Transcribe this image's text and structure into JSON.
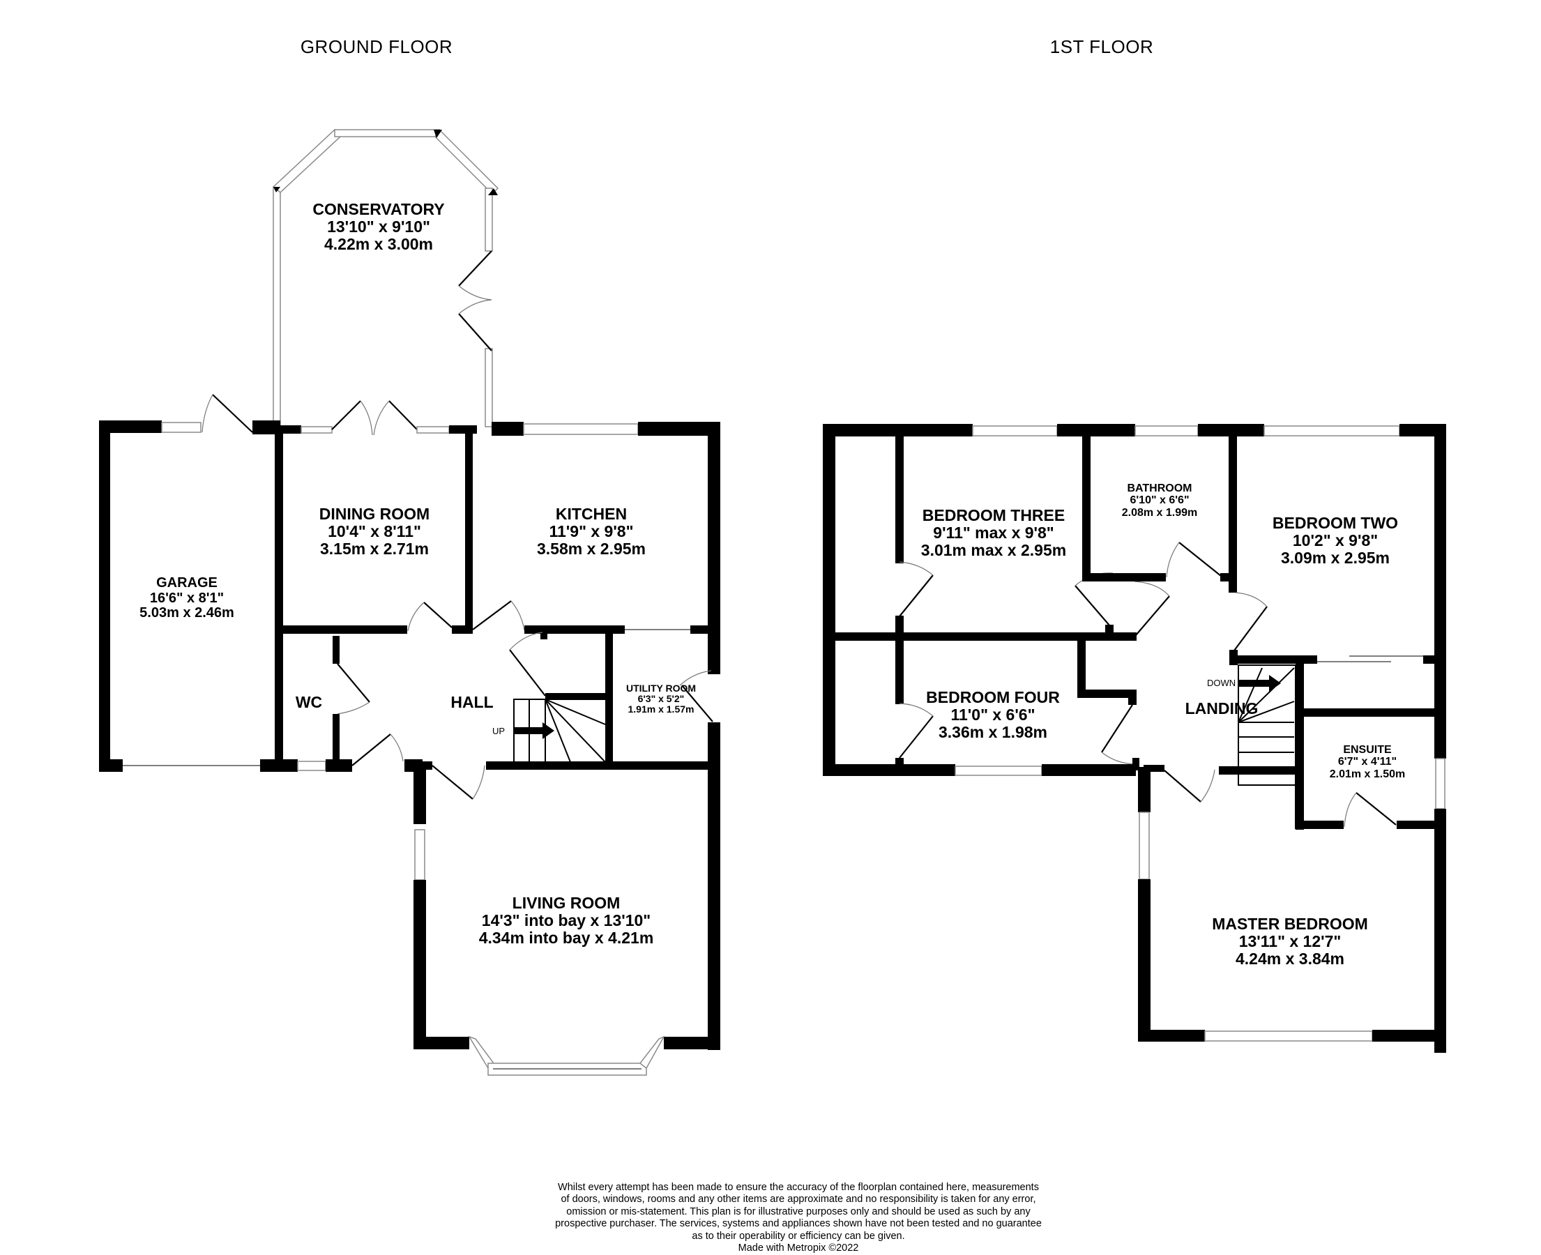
{
  "floors": {
    "ground": {
      "title": "GROUND FLOOR"
    },
    "first": {
      "title": "1ST FLOOR"
    }
  },
  "rooms": {
    "conservatory": {
      "name": "CONSERVATORY",
      "imperial": "13'10\"  x 9'10\"",
      "metric": "4.22m  x 3.00m"
    },
    "garage": {
      "name": "GARAGE",
      "imperial": "16'6\"  x 8'1\"",
      "metric": "5.03m  x 2.46m"
    },
    "dining_room": {
      "name": "DINING ROOM",
      "imperial": "10'4\"  x 8'11\"",
      "metric": "3.15m  x 2.71m"
    },
    "kitchen": {
      "name": "KITCHEN",
      "imperial": "11'9\"  x 9'8\"",
      "metric": "3.58m  x 2.95m"
    },
    "wc": {
      "name": "WC"
    },
    "hall": {
      "name": "HALL"
    },
    "utility_room": {
      "name": "UTILITY ROOM",
      "imperial": "6'3\"  x 5'2\"",
      "metric": "1.91m  x 1.57m"
    },
    "living_room": {
      "name": "LIVING ROOM",
      "imperial": "14'3\" into bay x 13'10\"",
      "metric": "4.34m into bay x 4.21m"
    },
    "bedroom_three": {
      "name": "BEDROOM THREE",
      "imperial": "9'11\" max x 9'8\"",
      "metric": "3.01m max x 2.95m"
    },
    "bathroom": {
      "name": "BATHROOM",
      "imperial": "6'10\"  x 6'6\"",
      "metric": "2.08m  x 1.99m"
    },
    "bedroom_two": {
      "name": "BEDROOM TWO",
      "imperial": "10'2\"  x 9'8\"",
      "metric": "3.09m  x 2.95m"
    },
    "bedroom_four": {
      "name": "BEDROOM FOUR",
      "imperial": "11'0\"  x 6'6\"",
      "metric": "3.36m  x 1.98m"
    },
    "landing": {
      "name": "LANDING"
    },
    "ensuite": {
      "name": "ENSUITE",
      "imperial": "6'7\"  x 4'11\"",
      "metric": "2.01m  x 1.50m"
    },
    "master_bedroom": {
      "name": "MASTER BEDROOM",
      "imperial": "13'11\"  x 12'7\"",
      "metric": "4.24m  x 3.84m"
    }
  },
  "stairs": {
    "up_label": "UP",
    "down_label": "DOWN"
  },
  "disclaimer": {
    "lines": [
      "Whilst every attempt has been made to ensure the accuracy of the floorplan contained here, measurements",
      "of doors, windows, rooms and any other items are approximate and no responsibility is taken for any error,",
      "omission or mis-statement. This plan is for illustrative purposes only and should be used as such by any",
      "prospective purchaser. The services, systems and appliances shown have not been tested and no guarantee",
      "as to their operability or efficiency can be given."
    ],
    "credit": "Made with Metropix ©2022"
  }
}
